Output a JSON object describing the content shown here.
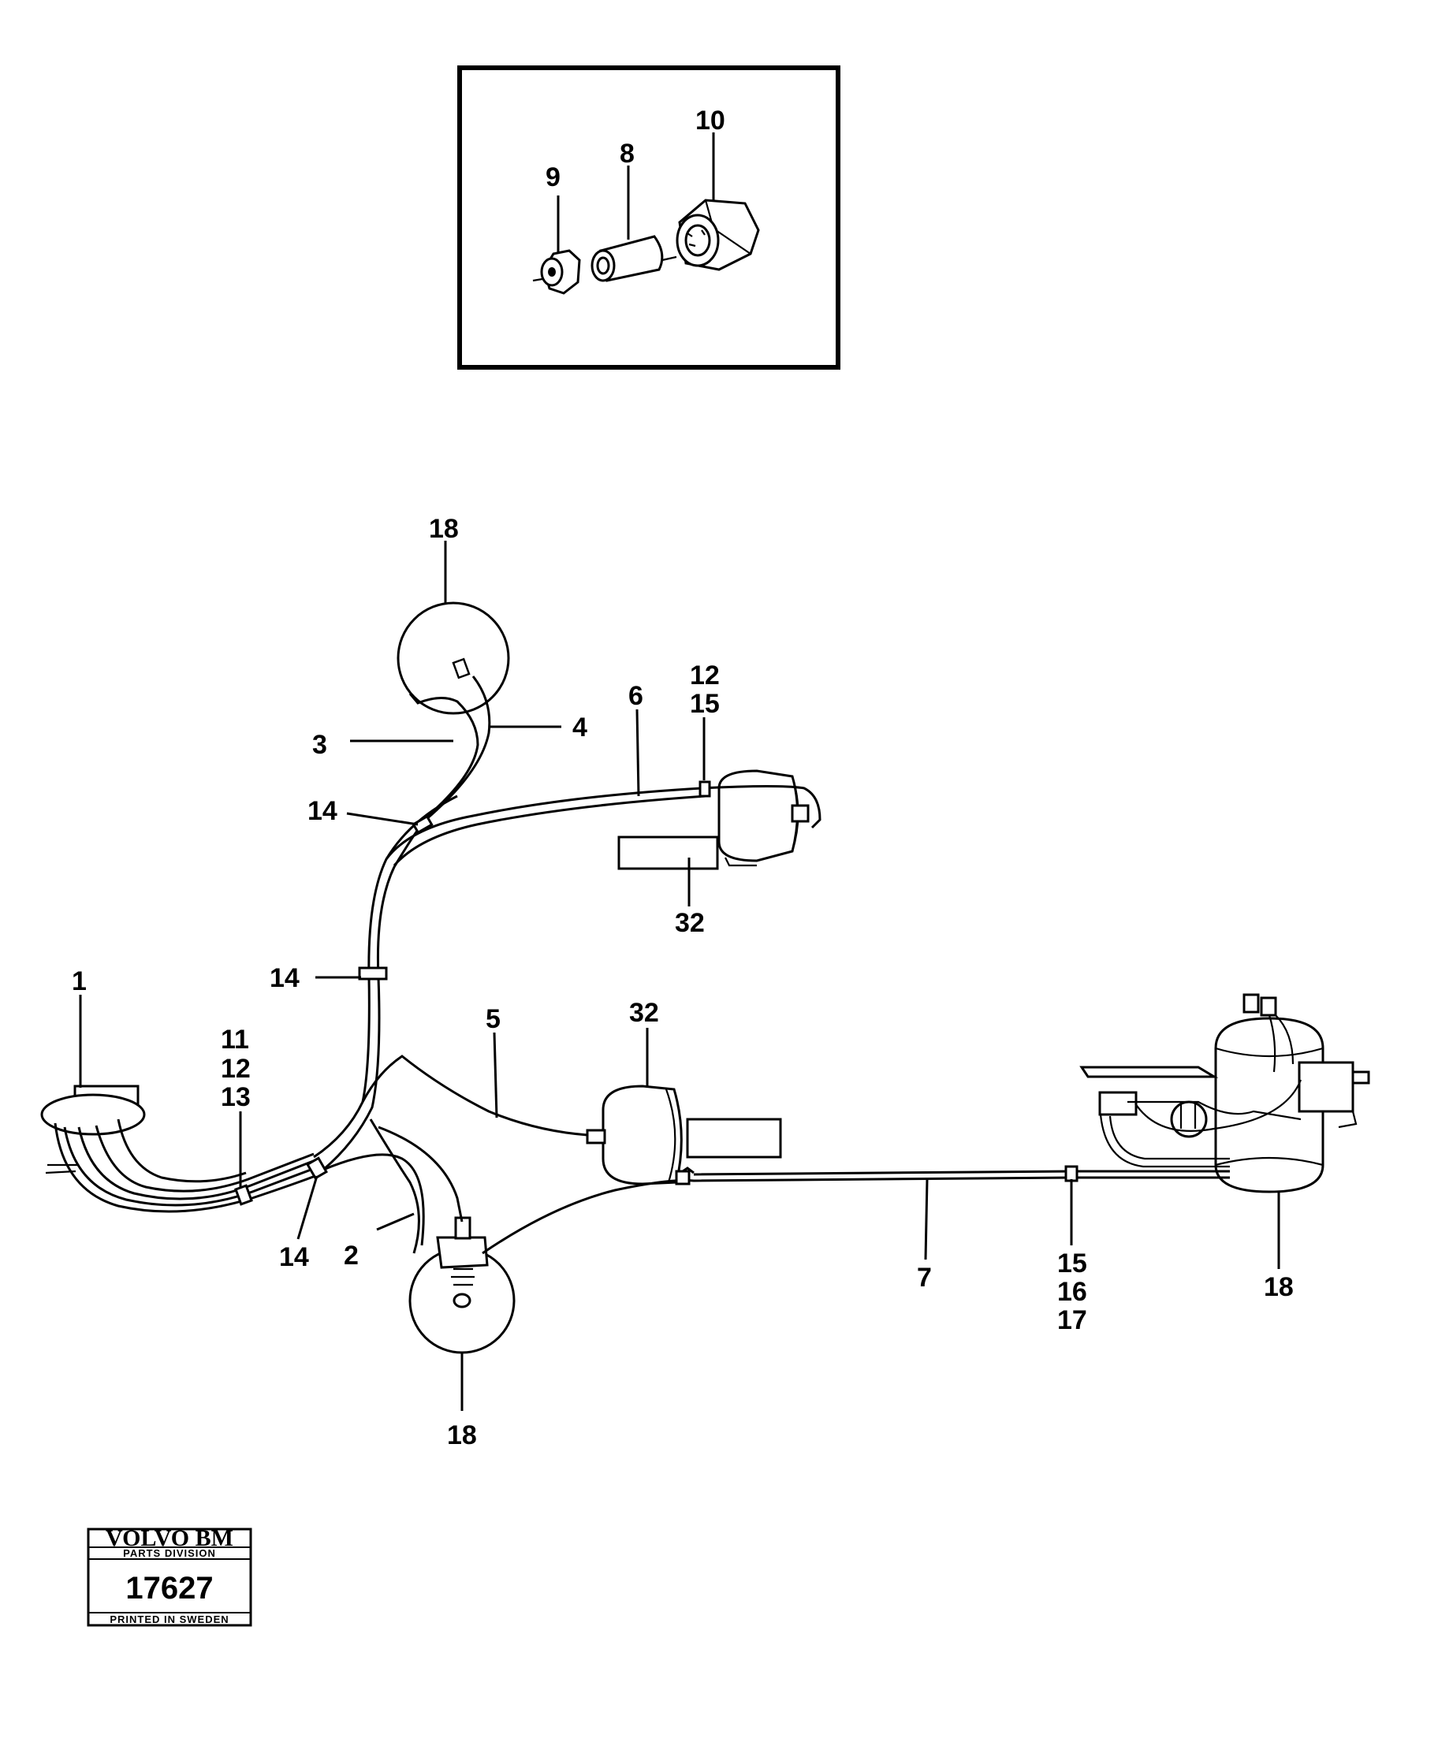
{
  "callouts": {
    "c1": "1",
    "c2": "2",
    "c3": "3",
    "c4": "4",
    "c5": "5",
    "c6": "6",
    "c7": "7",
    "c8": "8",
    "c9": "9",
    "c10": "10",
    "c11": "11",
    "c12a": "12",
    "c12b": "12",
    "c13": "13",
    "c14a": "14",
    "c14b": "14",
    "c14c": "14",
    "c15a": "15",
    "c15b": "15",
    "c16": "16",
    "c17": "17",
    "c18a": "18",
    "c18b": "18",
    "c18c": "18",
    "c32a": "32",
    "c32b": "32"
  },
  "badge": {
    "brand": "VOLVO BM",
    "division": "PARTS DIVISION",
    "number": "17627",
    "footer": "PRINTED IN SWEDEN"
  }
}
